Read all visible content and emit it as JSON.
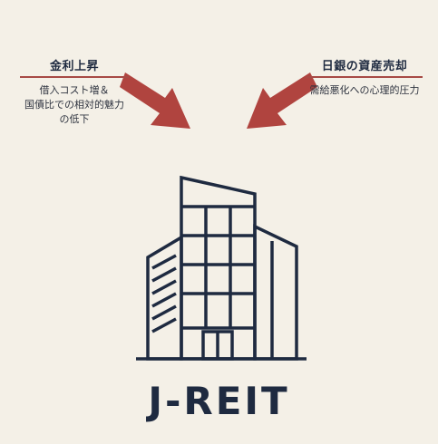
{
  "factors": {
    "left": {
      "title": "金利上昇",
      "desc_line1": "借入コスト増＆",
      "desc_line2": "国債比での相対的魅力の低下",
      "arrow_color": "#b0443f"
    },
    "right": {
      "title": "日銀の資産売却",
      "desc_line1": "需給悪化への心理的圧力",
      "arrow_color": "#b0443f"
    }
  },
  "center": {
    "icon": "office-building-icon",
    "label": "J-REIT",
    "ink_color": "#1e2a40"
  }
}
